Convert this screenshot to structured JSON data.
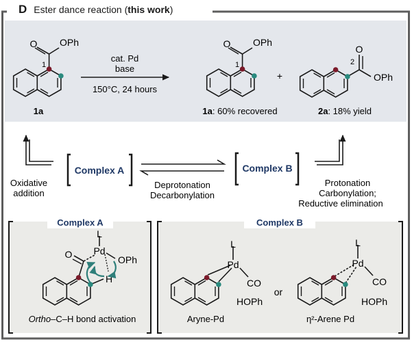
{
  "panel": {
    "letter": "D",
    "title": "Ester dance reaction (",
    "title_bold": "this work",
    "title_end": ")"
  },
  "reaction": {
    "start_label": "1a",
    "start_substituent": "OPh",
    "start_position": "1",
    "conditions_line1": "cat. Pd",
    "conditions_line2": "base",
    "conditions_line3": "150°C, 24 hours",
    "product1_substituent": "OPh",
    "product1_position": "1",
    "product1_label": "1a",
    "product1_note": ": 60% recovered",
    "plus": "+",
    "product2_position": "2",
    "product2_o": "O",
    "product2_substituent": "OPh",
    "product2_label": "2a",
    "product2_note": ": 18% yield"
  },
  "mechanism": {
    "complex_a": "Complex A",
    "complex_b": "Complex B",
    "left_label_1": "Oxidative",
    "left_label_2": "addition",
    "middle_label_1": "Deprotonation",
    "middle_label_2": "Decarbonylation",
    "right_label_1": "Protonation",
    "right_label_2": "Carbonylation;",
    "right_label_3": "Reductive elimination"
  },
  "box_a": {
    "title": "Complex A",
    "L": "L",
    "Pd": "Pd",
    "O": "O",
    "OPh": "OPh",
    "H": "H",
    "caption_italic": "Ortho",
    "caption_rest": "–C–H bond activation"
  },
  "box_b": {
    "title": "Complex B",
    "aryne_L": "L",
    "aryne_Pd": "Pd",
    "aryne_CO": "CO",
    "aryne_HOPh": "HOPh",
    "aryne_caption": "Aryne-Pd",
    "or": "or",
    "arene_L": "L",
    "arene_Pd": "Pd",
    "arene_CO": "CO",
    "arene_HOPh": "HOPh",
    "arene_caption": "η²-Arene Pd"
  },
  "colors": {
    "top_bg": "#e4e7ec",
    "box_bg": "#ebebe8",
    "frame": "#5e5e5e",
    "navy": "#1f3865",
    "dot_red": "#7b1a2a",
    "dot_teal": "#2a8a7e",
    "arrow_teal": "#2f7f7a"
  }
}
